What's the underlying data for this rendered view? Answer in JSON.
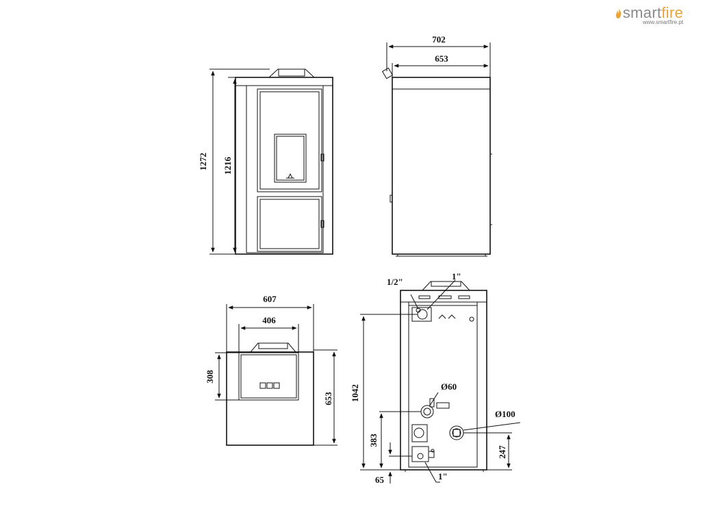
{
  "brand": {
    "name_part1": "smart",
    "name_part2": "fire",
    "url": "www.smartfire.pt",
    "accent_color": "#e8a33a",
    "text_color": "#8a8a8a"
  },
  "front_view": {
    "height_outer": "1272",
    "height_inner": "1216"
  },
  "side_view": {
    "width_outer": "702",
    "width_inner": "653"
  },
  "top_view": {
    "width_outer": "607",
    "width_inner": "406",
    "depth_outer": "653",
    "depth_inner": "308"
  },
  "rear_view": {
    "top_left_fitting": "1/2\"",
    "top_right_fitting": "1\"",
    "height_fitting_top": "1042",
    "flue_diameter_small": "Ø60",
    "flue_diameter_large": "Ø100",
    "height_left_outlet": "383",
    "height_right_outlet": "247",
    "bottom_offset": "65",
    "bottom_fitting": "1\""
  }
}
